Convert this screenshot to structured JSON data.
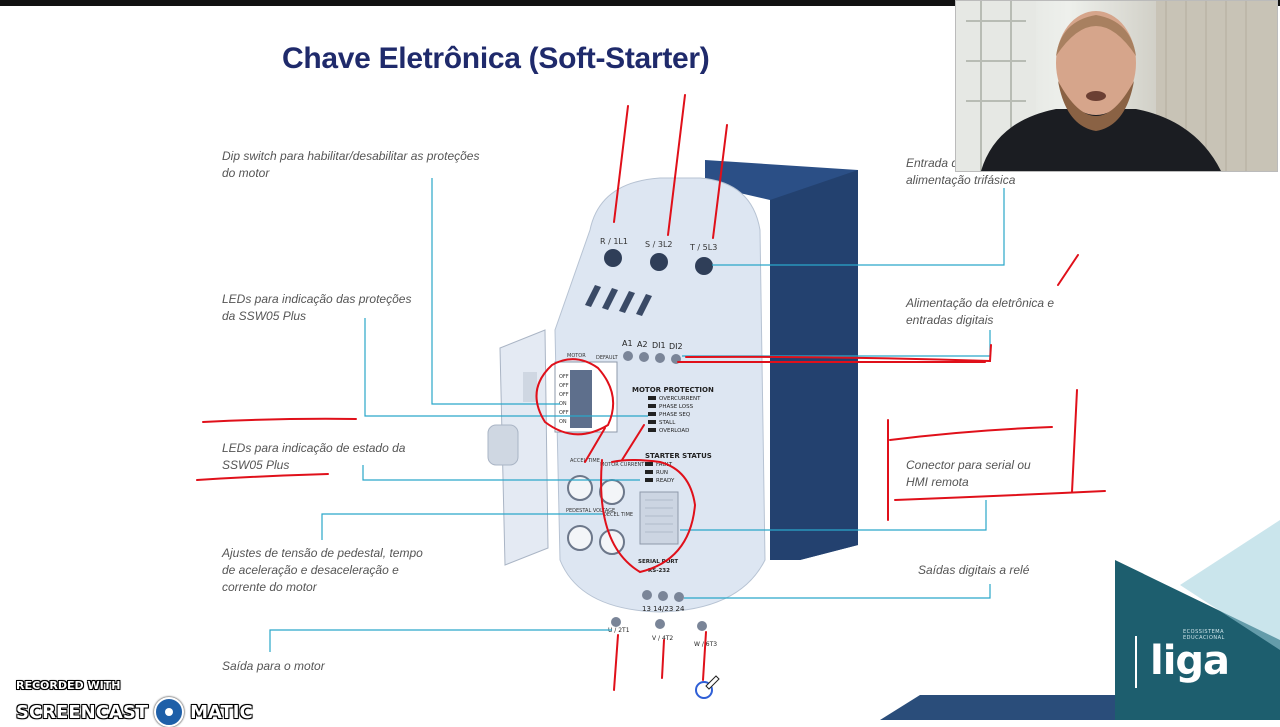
{
  "slide": {
    "title": "Chave Eletrônica (Soft-Starter)"
  },
  "labels": {
    "dip_switch": [
      "Dip switch para habilitar/desabilitar as proteções",
      "do motor"
    ],
    "leds_protecoes": [
      "LEDs para indicação das proteções",
      "da SSW05 Plus"
    ],
    "leds_estado": [
      "LEDs para indicação de estado da",
      "SSW05 Plus"
    ],
    "ajustes": [
      "Ajustes de tensão de pedestal, tempo",
      "de aceleração e desaceleração e",
      "corrente do motor"
    ],
    "saida_motor": [
      "Saída para o motor"
    ],
    "entrada": [
      "Entrada d",
      "alimentação trifásica"
    ],
    "alimentacao": [
      "Alimentação da eletrônica e",
      "entradas digitais"
    ],
    "conector": [
      "Conector para serial ou",
      "HMI remota"
    ],
    "saidas_digitais": [
      "Saídas digitais a relé"
    ]
  },
  "device": {
    "terminals_top": [
      "R / 1L1",
      "S / 3L2",
      "T / 5L3"
    ],
    "terminals_control": [
      "A1",
      "A2",
      "DI1",
      "DI2"
    ],
    "dip_text": "MOTOR",
    "dip_text2": "DEFAULT",
    "dip_rows": [
      "OFF",
      "OFF",
      "OFF",
      "ON",
      "OFF",
      "ON"
    ],
    "motor_protection_title": "MOTOR PROTECTION",
    "motor_protection_items": [
      "OVERCURRENT",
      "PHASE LOSS",
      "PHASE SEQ",
      "STALL",
      "OVERLOAD"
    ],
    "starter_status_title": "STARTER STATUS",
    "starter_status_items": [
      "FAULT",
      "RUN",
      "READY"
    ],
    "knob_labels": [
      "ACCEL TIME",
      "MOTOR CURRENT",
      "PEDESTAL VOLTAGE",
      "DECEL TIME"
    ],
    "serial_label": "SERIAL PORT",
    "serial_label2": "RS-232",
    "relay_terminals": "13 14/23 24",
    "output_terminals": [
      "U / 2T1",
      "V / 4T2",
      "W / 6T3"
    ]
  },
  "watermark": {
    "line1": "RECORDED WITH",
    "line2a": "SCREENCAST",
    "line2b": "MATIC"
  },
  "brand": {
    "name": "liga",
    "subtitle_line1": "ECOSSISTEMA",
    "subtitle_line2": "EDUCACIONAL"
  },
  "colors": {
    "title": "#1f2a6b",
    "leader_lines": "#2aa7c9",
    "annotation_ink": "#e0101a",
    "device_body": "#dde6f2",
    "device_side": "#2b4f86",
    "brand_teal": "#1d5e6e"
  }
}
